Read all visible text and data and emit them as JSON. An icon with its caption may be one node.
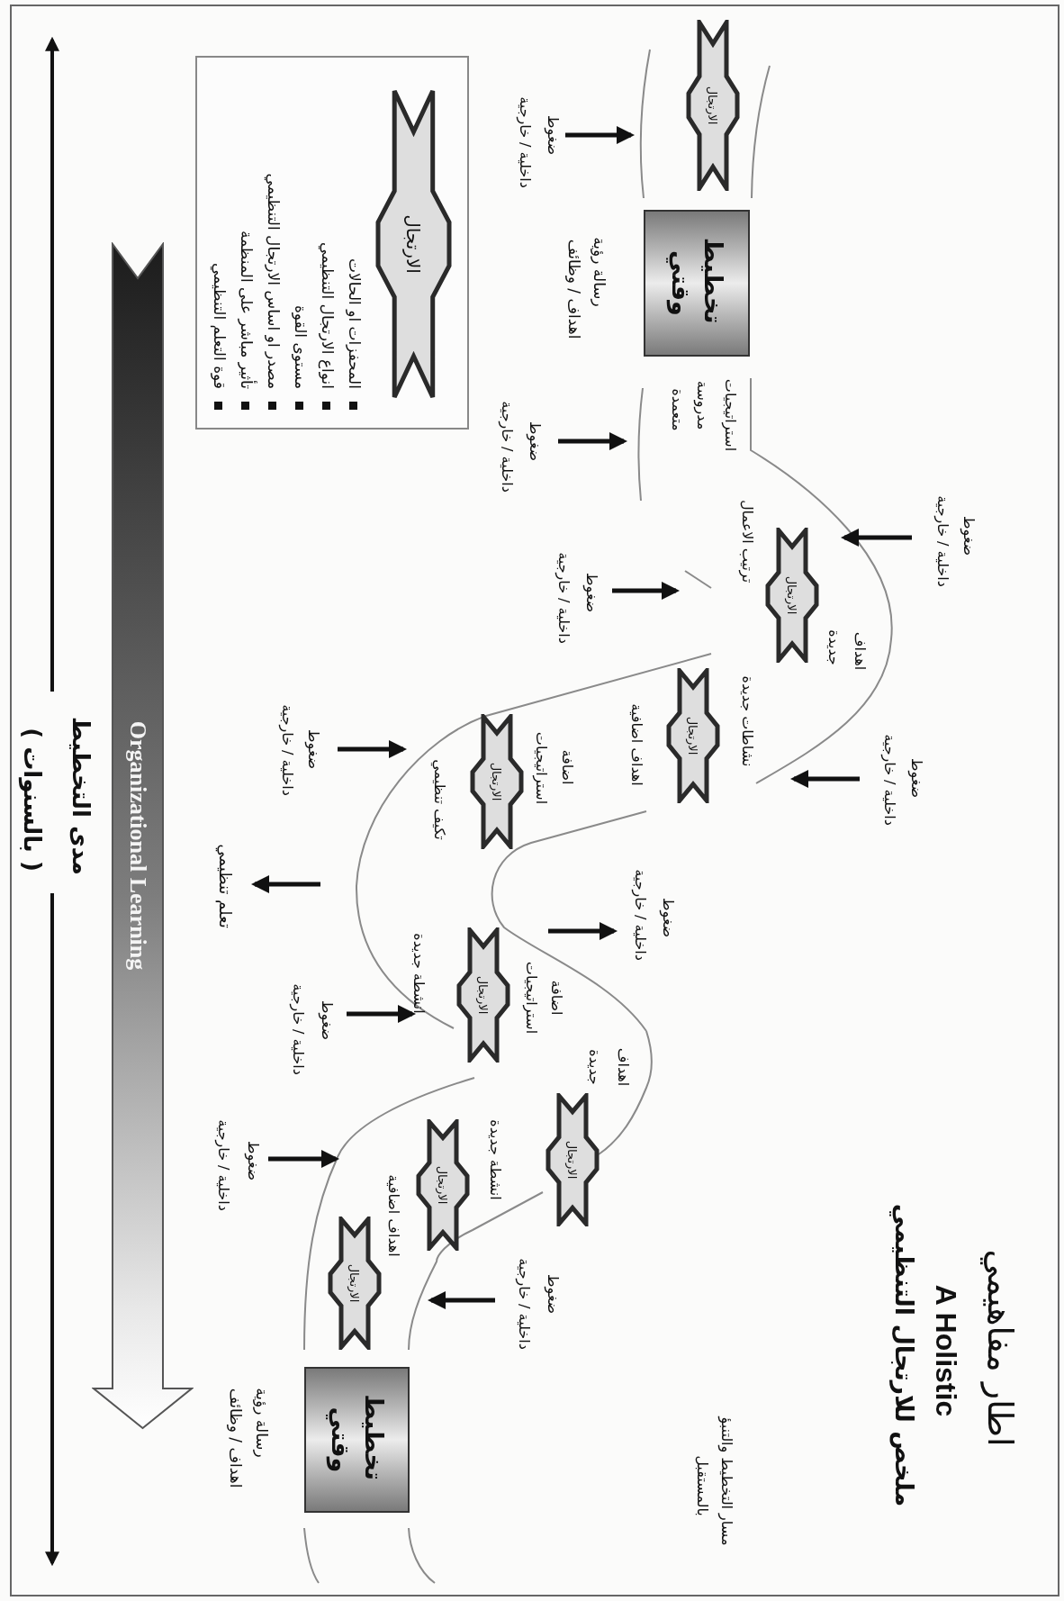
{
  "diagram": {
    "title": "اطار مفاهيمي",
    "nodes": [
      {
        "text": [
          "المحفزات او الحالات",
          "انواع الارتجال التنظيمي",
          "مستوى القوة",
          "مصدر او اساس الارتجال التنظيمي",
          "تأثير مباشر على المنظمة",
          "قوة التعلم التنظيمي"
        ]
      },
      {
        "text": [
          "الارتجال"
        ],
        "in": 0
      },
      {
        "text": [
          "تخطيط وقتي"
        ]
      },
      {
        "text": [
          "الارتجال"
        ]
      },
      {
        "text": [
          "الارتجال"
        ]
      },
      {
        "text": [
          "الارتجال"
        ]
      },
      {
        "text": [
          "الارتجال"
        ]
      },
      {
        "text": [
          "الارتجال"
        ]
      },
      {
        "text": [
          "الارتجال"
        ]
      },
      {
        "text": [
          "الارتجال"
        ]
      },
      {
        "text": [
          "الارتجال"
        ]
      },
      {
        "text": [
          "تخطيط وقتي"
        ]
      },
      {
        "text": [
          "Organizational Learning"
        ]
      }
    ],
    "labels": [
      "A Holistic",
      "ملخص للارتجال التنظيمي",
      "مسار التخطيط والتنبؤ",
      "بالمستقبل",
      "رسالة رؤية",
      "اهداف / وظائف",
      "ضغوط",
      "داخلية / خارجية",
      "اهداف اضافية",
      "انشطة جديدة",
      "ضغوط",
      "داخلية / خارجية",
      "اهداف",
      "جديدة",
      "اضافة",
      "استراتيجيات",
      "انشطة جديدة",
      "ضغوط",
      "داخلية / خارجية",
      "ضغوط",
      "داخلية / خارجية",
      "تعلم تنظيمي",
      "ضغوط",
      "داخلية / خارجية",
      "نشاطات جديدة",
      "اهداف اضافية",
      "اضافة",
      "استراتيجيات",
      "تكيف تنظيمي",
      "ضغوط",
      "داخلية / خارجية",
      "اهداف",
      "جديدة",
      "ترتيب الاعمال",
      "ضغوط",
      "داخلية / خارجية",
      "ضغوط",
      "داخلية / خارجية",
      "استراتيجيات",
      "مدروسة",
      "متعمدة",
      "ضغوط",
      "داخلية / خارجية",
      "رسالة رؤية",
      "اهداف / وظائف",
      "ضغوط",
      "داخلية / خارجية",
      "مدى التخطيط",
      "( بالسنوات )"
    ]
  }
}
